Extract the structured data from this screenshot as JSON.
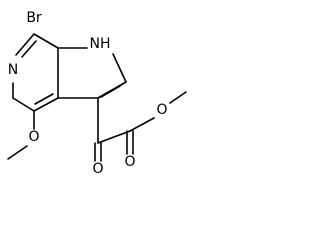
{
  "structure": {
    "atoms": {
      "bromine": "Br",
      "pyridine_nitrogen": "N",
      "pyrrole_nh": "NH",
      "methoxy_oxygen": "O",
      "ketone_oxygen": "O",
      "ester_carbonyl_oxygen": "O",
      "ester_oxygen": "O"
    }
  }
}
